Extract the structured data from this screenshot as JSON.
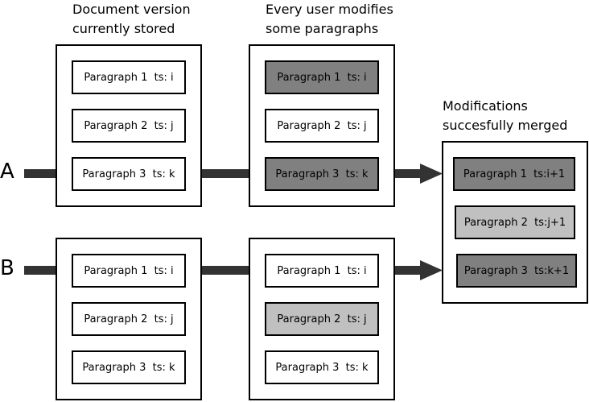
{
  "captions": {
    "stored": [
      "Document version",
      "currently stored"
    ],
    "modifies": [
      "Every user modifies",
      "some paragraphs"
    ],
    "merged": [
      "Modifications",
      "succesfully merged"
    ]
  },
  "rows": {
    "a_label": "A",
    "b_label": "B"
  },
  "stored_a": [
    "Paragraph 1  ts: i",
    "Paragraph 2  ts: j",
    "Paragraph 3  ts: k"
  ],
  "modified_a": [
    "Paragraph 1  ts: i",
    "Paragraph 2  ts: j",
    "Paragraph 3  ts: k"
  ],
  "stored_b": [
    "Paragraph 1  ts: i",
    "Paragraph 2  ts: j",
    "Paragraph 3  ts: k"
  ],
  "modified_b": [
    "Paragraph 1  ts: i",
    "Paragraph 2  ts: j",
    "Paragraph 3  ts: k"
  ],
  "merged": [
    "Paragraph 1  ts:i+1",
    "Paragraph 2  ts:j+1",
    "Paragraph 3  ts:k+1"
  ],
  "colors": {
    "connector": "#333333",
    "frame": "#000000",
    "modified_by_a": "#808080",
    "modified_by_b": "#c0c0c0",
    "unchanged": "#ffffff"
  }
}
